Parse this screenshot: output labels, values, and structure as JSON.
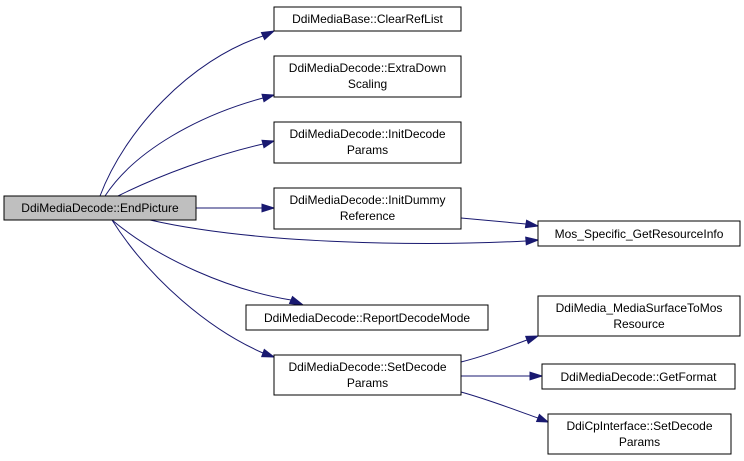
{
  "graph": {
    "nodes": {
      "end_picture": {
        "lines": [
          "DdiMediaDecode::EndPicture"
        ],
        "highlighted": true
      },
      "clear_ref_list": {
        "lines": [
          "DdiMediaBase::ClearRefList"
        ]
      },
      "extra_down_scaling": {
        "lines": [
          "DdiMediaDecode::ExtraDown",
          "Scaling"
        ]
      },
      "init_decode_params": {
        "lines": [
          "DdiMediaDecode::InitDecode",
          "Params"
        ]
      },
      "init_dummy_reference": {
        "lines": [
          "DdiMediaDecode::InitDummy",
          "Reference"
        ]
      },
      "get_resource_info": {
        "lines": [
          "Mos_Specific_GetResourceInfo"
        ]
      },
      "report_decode_mode": {
        "lines": [
          "DdiMediaDecode::ReportDecodeMode"
        ]
      },
      "set_decode_params": {
        "lines": [
          "DdiMediaDecode::SetDecode",
          "Params"
        ]
      },
      "media_surface_to_mos": {
        "lines": [
          "DdiMedia_MediaSurfaceToMos",
          "Resource"
        ]
      },
      "get_format": {
        "lines": [
          "DdiMediaDecode::GetFormat"
        ]
      },
      "cp_set_decode_params": {
        "lines": [
          "DdiCpInterface::SetDecode",
          "Params"
        ]
      }
    },
    "edges": [
      {
        "from": "end_picture",
        "to": "clear_ref_list"
      },
      {
        "from": "end_picture",
        "to": "extra_down_scaling"
      },
      {
        "from": "end_picture",
        "to": "init_decode_params"
      },
      {
        "from": "end_picture",
        "to": "init_dummy_reference"
      },
      {
        "from": "end_picture",
        "to": "get_resource_info"
      },
      {
        "from": "end_picture",
        "to": "report_decode_mode"
      },
      {
        "from": "end_picture",
        "to": "set_decode_params"
      },
      {
        "from": "init_dummy_reference",
        "to": "get_resource_info"
      },
      {
        "from": "set_decode_params",
        "to": "media_surface_to_mos"
      },
      {
        "from": "set_decode_params",
        "to": "get_format"
      },
      {
        "from": "set_decode_params",
        "to": "cp_set_decode_params"
      }
    ],
    "colors": {
      "edge": "#191970",
      "root_fill": "#bfbfbf",
      "node_fill": "#ffffff",
      "border": "#000000"
    }
  }
}
